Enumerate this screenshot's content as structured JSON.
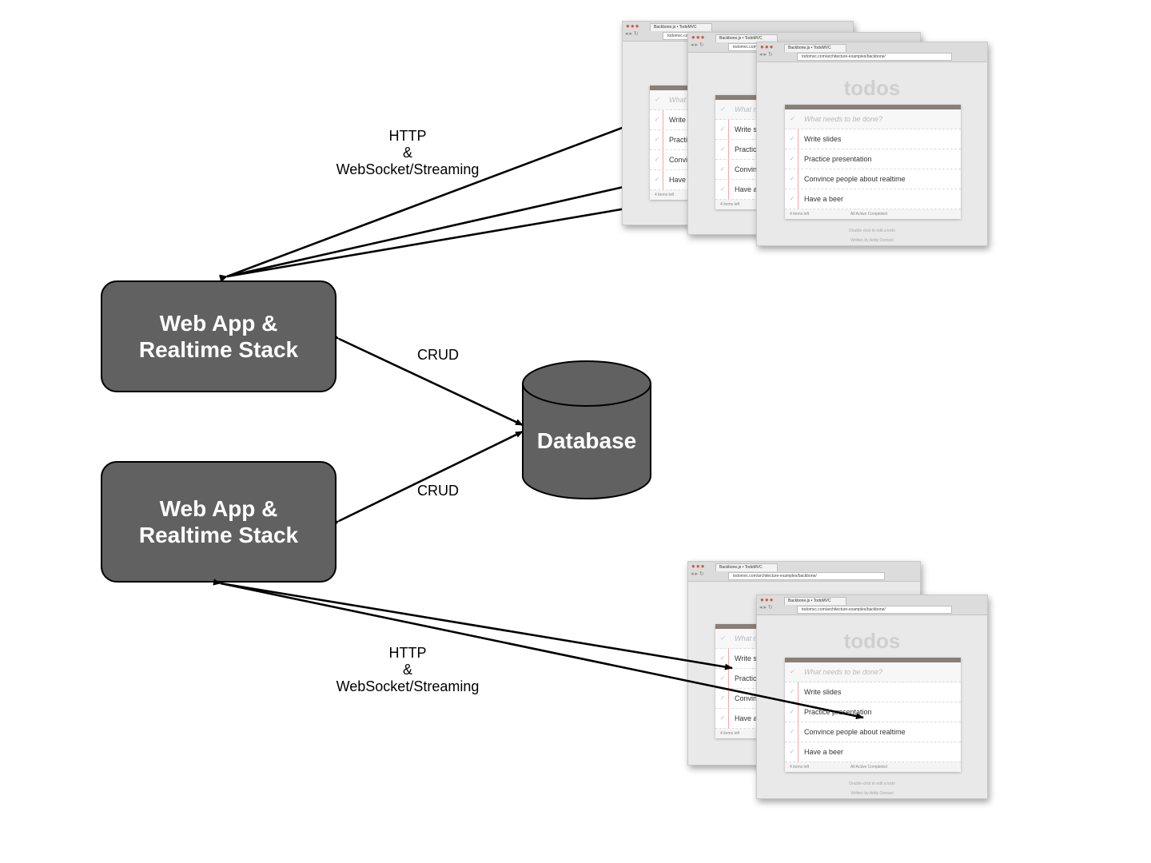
{
  "nodes": {
    "web_app_1": {
      "line1": "Web App &",
      "line2": "Realtime Stack"
    },
    "web_app_2": {
      "line1": "Web App &",
      "line2": "Realtime Stack"
    },
    "database": {
      "label": "Database"
    }
  },
  "edge_labels": {
    "top_http": {
      "line1": "HTTP",
      "line2": "&",
      "line3": "WebSocket/Streaming"
    },
    "bottom_http": {
      "line1": "HTTP",
      "line2": "&",
      "line3": "WebSocket/Streaming"
    },
    "crud_1": "CRUD",
    "crud_2": "CRUD"
  },
  "browser": {
    "tab_title": "Backbone.js • TodoMVC",
    "url": "todomvc.com/architecture-examples/backbone/",
    "app_title": "todos",
    "placeholder": "What needs to be done?",
    "items": [
      "Write slides",
      "Practice presentation",
      "Convince people about realtime",
      "Have a beer"
    ],
    "items_left": "4 items left",
    "filters": "All  Active  Completed",
    "info_line1": "Double-click to edit a todo",
    "info_line2": "Written by Addy Osmani"
  },
  "colors": {
    "node_fill": "#616161",
    "edge": "#000000",
    "card_header": "#8a7f77"
  }
}
